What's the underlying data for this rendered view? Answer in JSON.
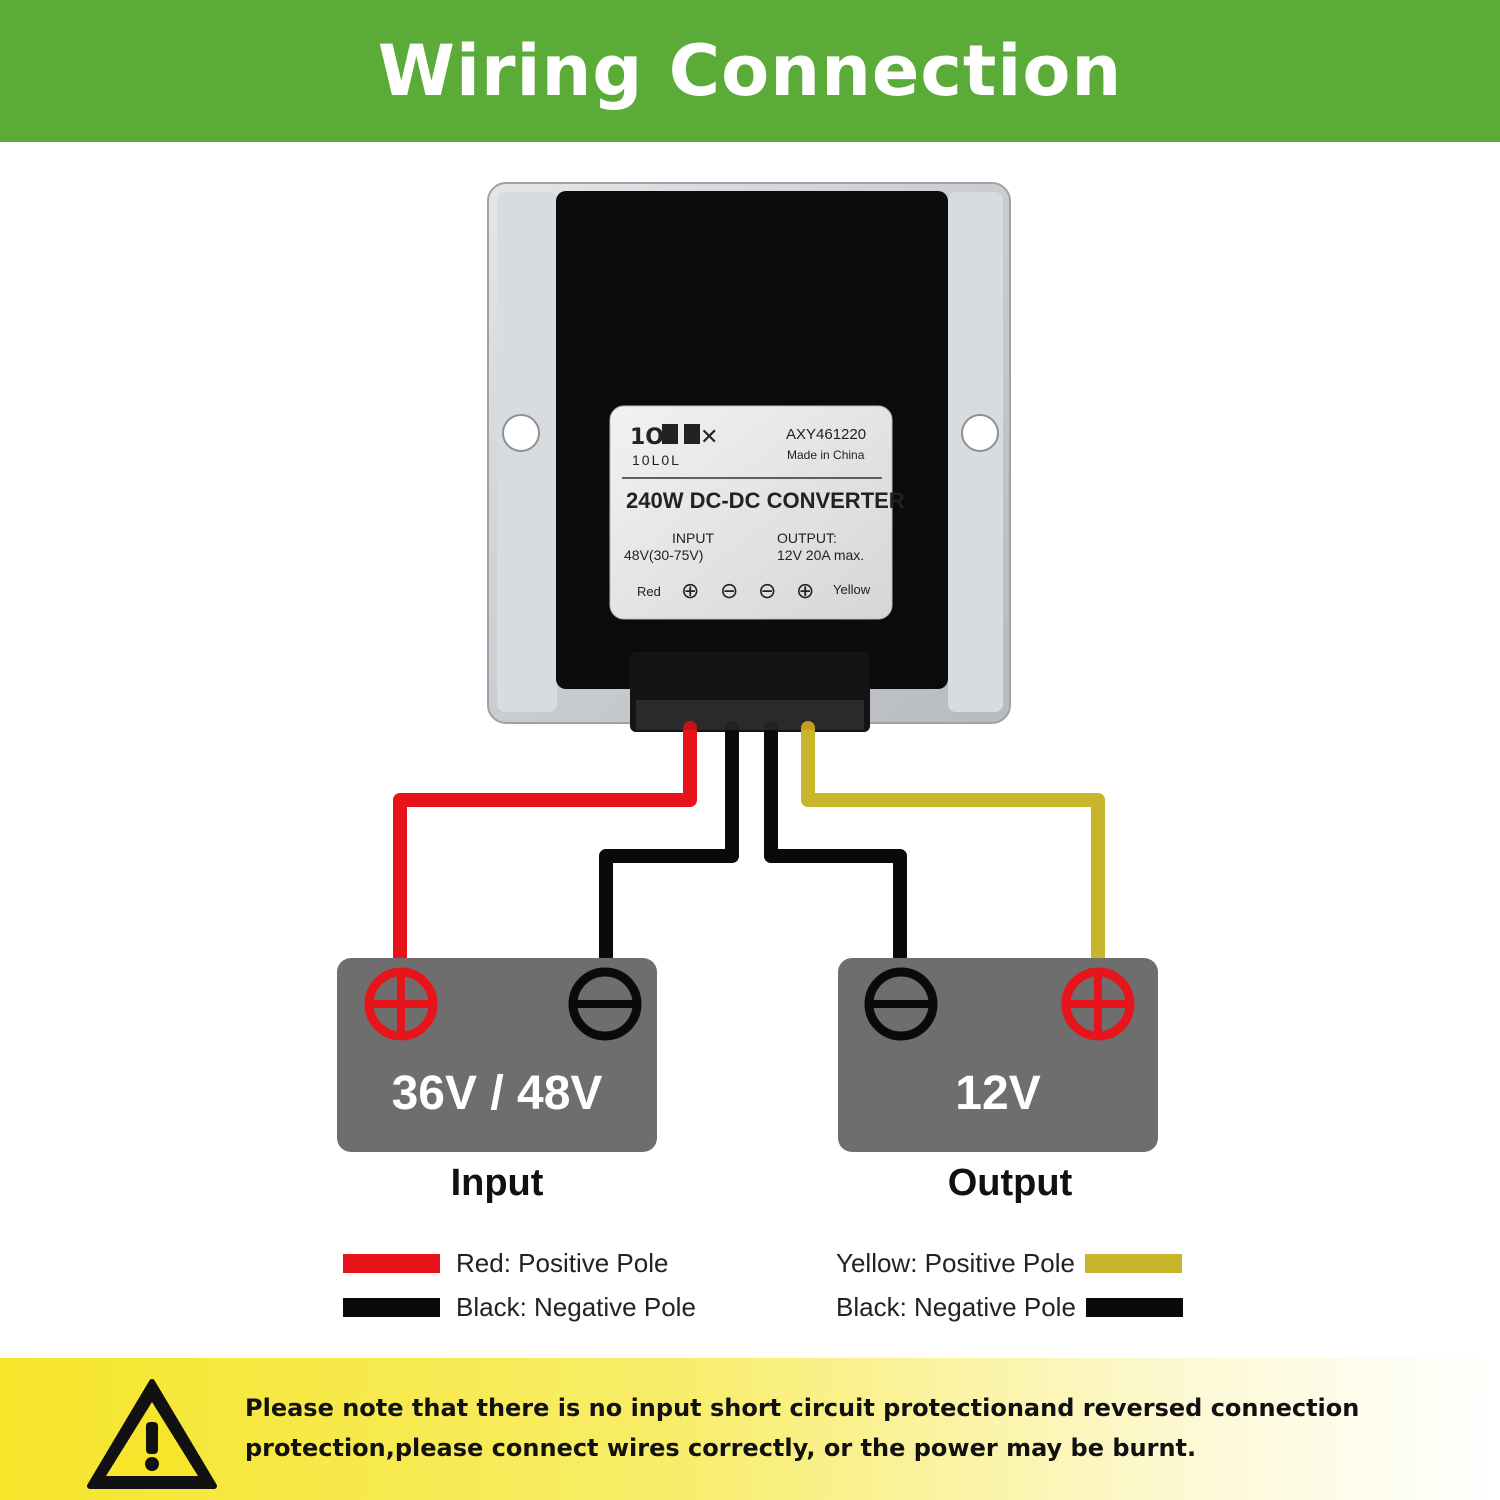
{
  "header": {
    "title": "Wiring Connection"
  },
  "device": {
    "model": "AXY461220",
    "origin": "Made in China",
    "brand_text": "10L0L",
    "product_name": "240W DC-DC CONVERTER",
    "input_heading": "INPUT",
    "input_value": "48V(30-75V)",
    "output_heading": "OUTPUT:",
    "output_value": "12V 20A max.",
    "left_wire_label": "Red",
    "right_wire_label": "Yellow"
  },
  "batteries": {
    "input": {
      "voltage": "36V / 48V",
      "caption": "Input"
    },
    "output": {
      "voltage": "12V",
      "caption": "Output"
    }
  },
  "legend": {
    "input": [
      {
        "text": "Red: Positive Pole",
        "color": "#e8141b"
      },
      {
        "text": "Black: Negative Pole",
        "color": "#0a0a0a"
      }
    ],
    "output": [
      {
        "text": "Yellow: Positive Pole",
        "color": "#c9b52c"
      },
      {
        "text": "Black: Negative Pole",
        "color": "#0a0a0a"
      }
    ]
  },
  "colors": {
    "header_bg": "#5aab38",
    "red_wire": "#e8141b",
    "yellow_wire": "#c9b52c",
    "black_wire": "#0a0a0a",
    "battery": "#6e6e6e"
  },
  "warning": {
    "icon": "warning-triangle-icon",
    "text": "Please note that there is no input short circuit protectionand reversed connection protection,please connect wires correctly, or the power may be burnt."
  }
}
